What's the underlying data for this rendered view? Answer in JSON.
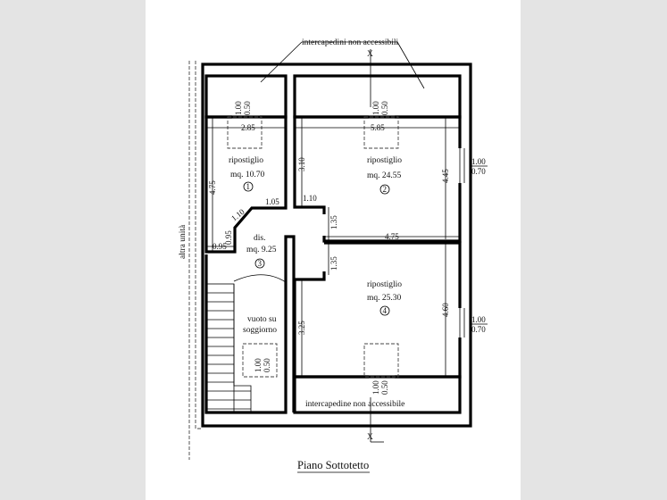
{
  "plan": {
    "title": "Piano Sottotetto",
    "side_label": "altra unità",
    "section_mark": "X",
    "top_note": "intercapedini non accessibili",
    "bottom_note": "intercapedine non accessibile",
    "rooms": [
      {
        "name": "ripostiglio",
        "area": "mq. 10.70",
        "number": "1"
      },
      {
        "name": "ripostiglio",
        "area": "mq. 24.55",
        "number": "2"
      },
      {
        "name": "dis.",
        "area": "mq. 9.25",
        "number": "3"
      },
      {
        "name": "ripostiglio",
        "area": "mq. 25.30",
        "number": "4"
      }
    ],
    "void_label_1": "vuoto su",
    "void_label_2": "soggiorno",
    "dimensions": {
      "d285": "2.85",
      "d585": "5.85",
      "d310": "3.10",
      "d475v": "4.75",
      "d445": "4.45",
      "d110a": "1.10",
      "d105": "1.05",
      "d110b": "1.10",
      "d135a": "1.35",
      "d135b": "1.35",
      "d475h": "4.75",
      "d095a": "0.95",
      "d095b": "0.95",
      "d325": "3.25",
      "d460": "4.60"
    },
    "skylight": {
      "w": "1.00",
      "h": "0.50"
    },
    "window": {
      "w": "1.00",
      "h": "0.70"
    }
  }
}
